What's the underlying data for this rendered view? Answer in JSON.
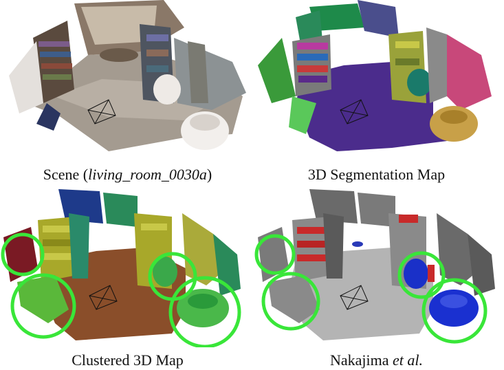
{
  "figure": {
    "panels": [
      {
        "id": "scene",
        "caption_prefix": "Scene (",
        "caption_italic": "living_room_0030a",
        "caption_suffix": ")"
      },
      {
        "id": "segmentation",
        "caption_prefix": "3D Segmentation Map",
        "caption_italic": "",
        "caption_suffix": ""
      },
      {
        "id": "clustered",
        "caption_prefix": "Clustered 3D Map",
        "caption_italic": "",
        "caption_suffix": ""
      },
      {
        "id": "nakajima",
        "caption_prefix": "Nakajima ",
        "caption_italic": "et al.",
        "caption_suffix": ""
      }
    ],
    "highlight_color": "#39e639"
  }
}
